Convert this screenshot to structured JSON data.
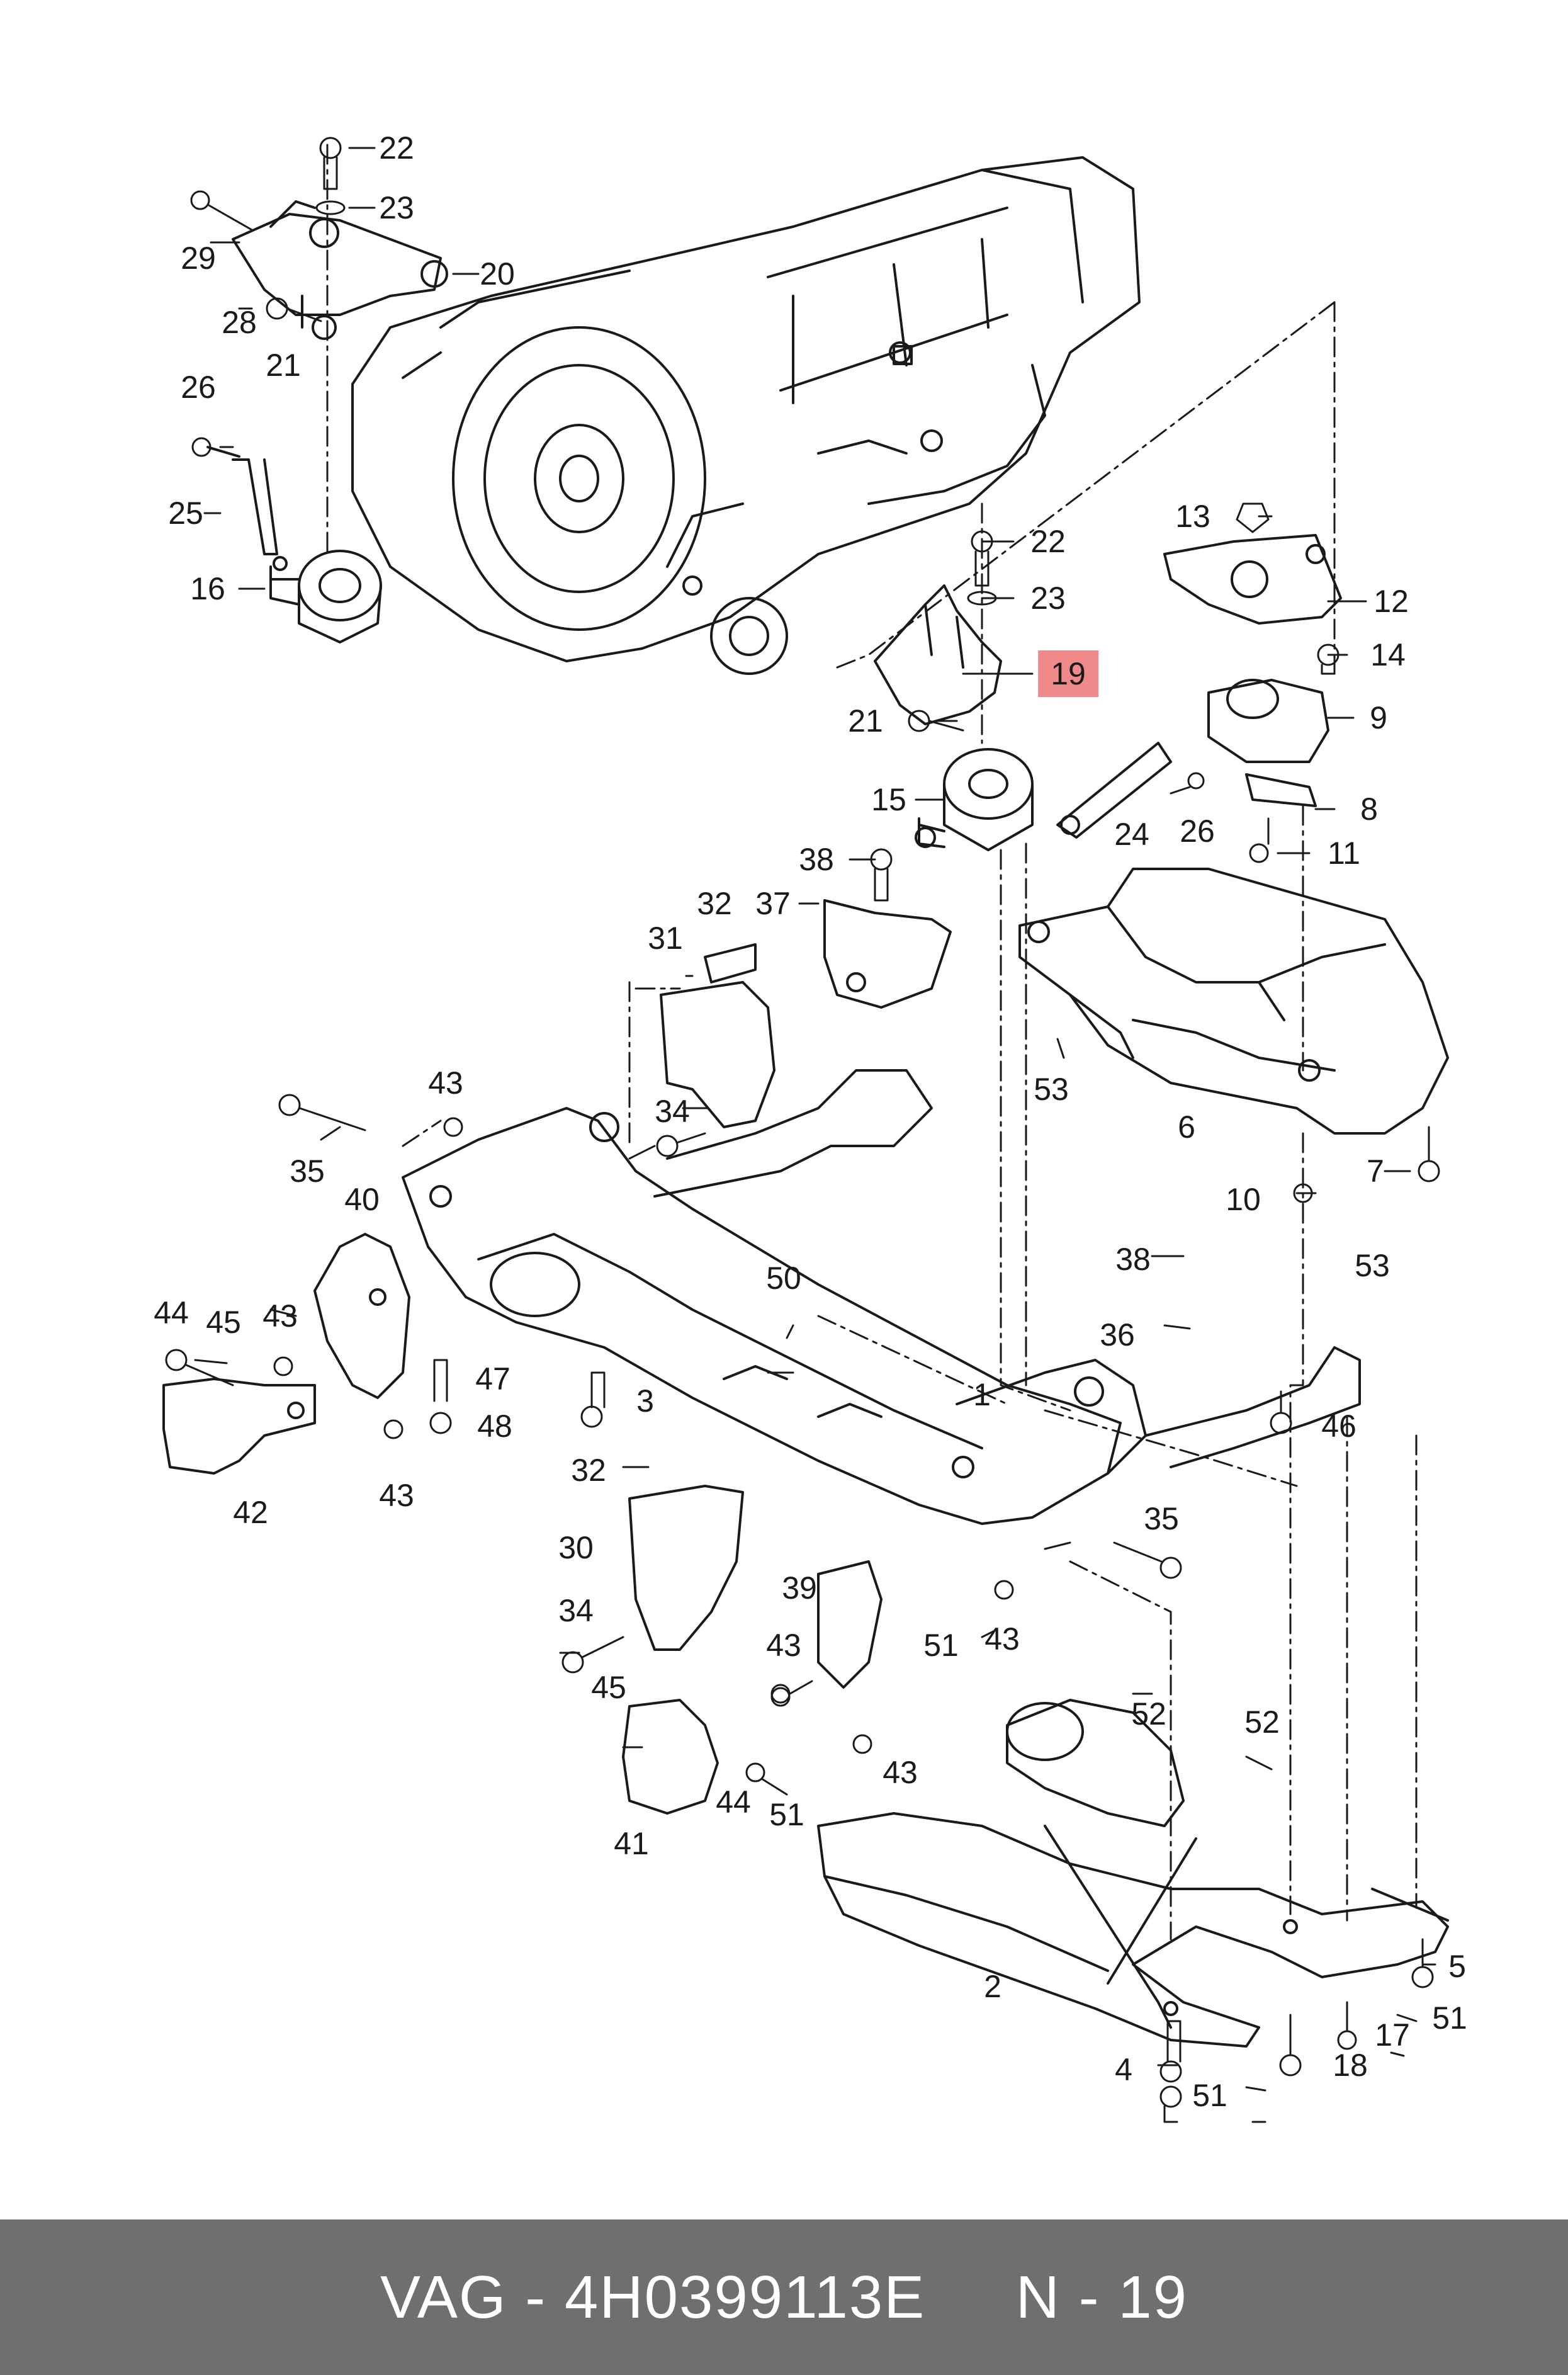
{
  "footer": {
    "brand": "VAG",
    "separator": " - ",
    "part_number": "4H0399113E",
    "gap": "     ",
    "ref_prefix": "N",
    "ref_number": "19"
  },
  "highlight": {
    "callout": "19",
    "color": "#f08a8a"
  },
  "callouts": [
    "22",
    "23",
    "29",
    "20",
    "28",
    "21",
    "26",
    "25",
    "16",
    "13",
    "12",
    "14",
    "22",
    "23",
    "19",
    "9",
    "21",
    "15",
    "24",
    "26",
    "8",
    "11",
    "38",
    "32",
    "37",
    "31",
    "53",
    "6",
    "43",
    "34",
    "35",
    "40",
    "7",
    "10",
    "53",
    "38",
    "50",
    "36",
    "44",
    "45",
    "43",
    "47",
    "48",
    "42",
    "43",
    "3",
    "1",
    "46",
    "32",
    "35",
    "30",
    "39",
    "43",
    "34",
    "43",
    "51",
    "52",
    "45",
    "52",
    "43",
    "44",
    "51",
    "41",
    "2",
    "5",
    "51",
    "17",
    "4",
    "18",
    "51"
  ]
}
